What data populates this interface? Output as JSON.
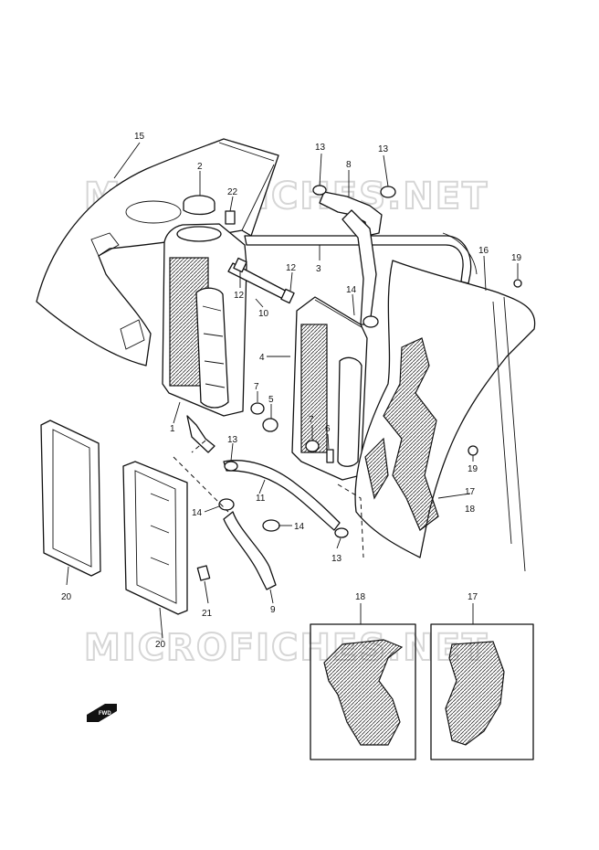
{
  "watermark": "MICROFICHES.NET",
  "fwd_label": "FWD",
  "callouts": {
    "c1": "1",
    "c2": "2",
    "c3": "3",
    "c4": "4",
    "c5": "5",
    "c6": "6",
    "c7a": "7",
    "c7b": "7",
    "c8": "8",
    "c9": "9",
    "c10": "10",
    "c11": "11",
    "c12a": "12",
    "c12b": "12",
    "c13a": "13",
    "c13b": "13",
    "c13c": "13",
    "c13d": "13",
    "c14a": "14",
    "c14b": "14",
    "c14c": "14",
    "c15": "15",
    "c16": "16",
    "c17a": "17",
    "c17b": "17",
    "c18a": "18",
    "c18b": "18",
    "c19a": "19",
    "c19b": "19",
    "c20a": "20",
    "c20b": "20",
    "c21": "21",
    "c22": "22"
  }
}
